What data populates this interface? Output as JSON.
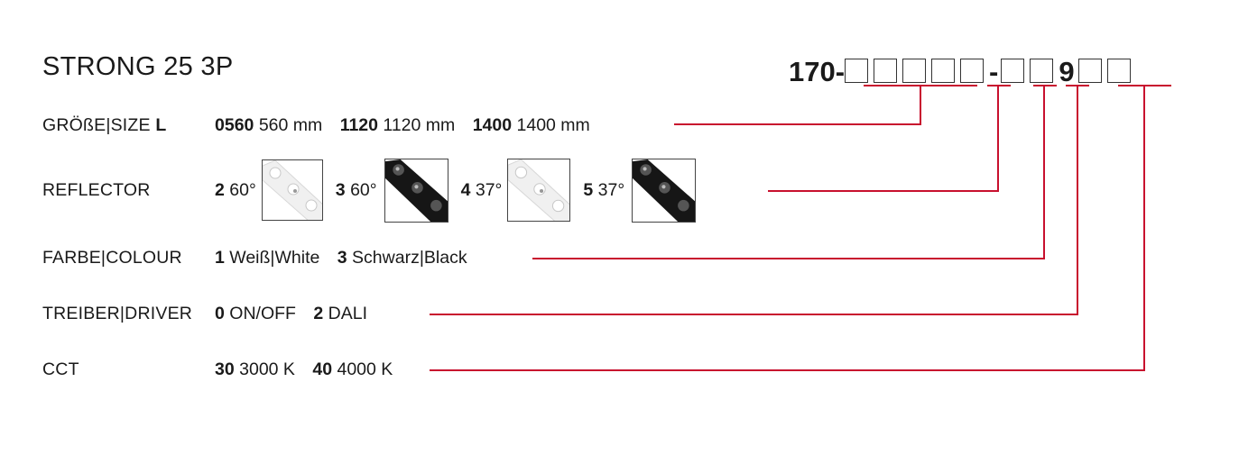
{
  "product_title": "STRONG 25 3P",
  "code": {
    "prefix": "170-",
    "dash": "-",
    "fixed_digit": "9"
  },
  "rows": [
    {
      "label_parts": [
        "GRÖßE|SIZE ",
        "L"
      ],
      "options": [
        {
          "code": "0560",
          "text": "560 mm"
        },
        {
          "code": "1120",
          "text": "1120 mm"
        },
        {
          "code": "1400",
          "text": "1400 mm"
        }
      ]
    },
    {
      "label": "REFLECTOR",
      "options": [
        {
          "code": "2",
          "text": "60°",
          "image": "white-reflector-image"
        },
        {
          "code": "3",
          "text": "60°",
          "image": "black-reflector-image"
        },
        {
          "code": "4",
          "text": "37°",
          "image": "white-reflector-image"
        },
        {
          "code": "5",
          "text": "37°",
          "image": "black-reflector-image"
        }
      ]
    },
    {
      "label": "FARBE|COLOUR",
      "options": [
        {
          "code": "1",
          "text": "Weiß|White"
        },
        {
          "code": "3",
          "text": "Schwarz|Black"
        }
      ]
    },
    {
      "label": "TREIBER|DRIVER",
      "options": [
        {
          "code": "0",
          "text": "ON/OFF"
        },
        {
          "code": "2",
          "text": "DALI"
        }
      ]
    },
    {
      "label": "CCT",
      "options": [
        {
          "code": "30",
          "text": "3000 K"
        },
        {
          "code": "40",
          "text": "4000 K"
        }
      ]
    }
  ],
  "colors": {
    "connector_line": "#c8102e",
    "text": "#1a1a1a"
  }
}
